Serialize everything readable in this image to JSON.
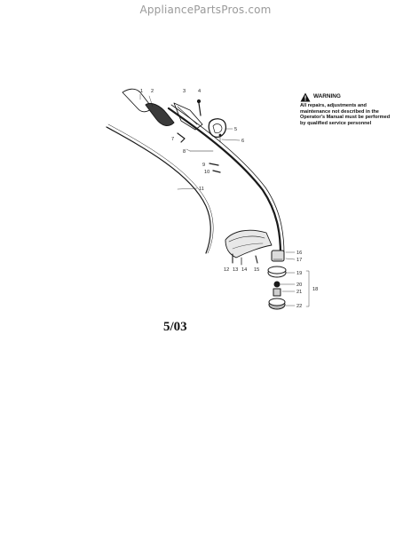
{
  "header": {
    "site_name": "AppliancePartsPros.com"
  },
  "warning": {
    "title": "WARNING",
    "text": "All repairs, adjustments and maintenance not described in the Operator's Manual must be performed by qualified service personnel"
  },
  "date_code": "5/03",
  "callouts": [
    "1",
    "2",
    "3",
    "4",
    "5",
    "6",
    "7",
    "8",
    "9",
    "10",
    "11",
    "12",
    "13",
    "14",
    "15",
    "16",
    "17",
    "18",
    "19",
    "20",
    "21",
    "22"
  ]
}
